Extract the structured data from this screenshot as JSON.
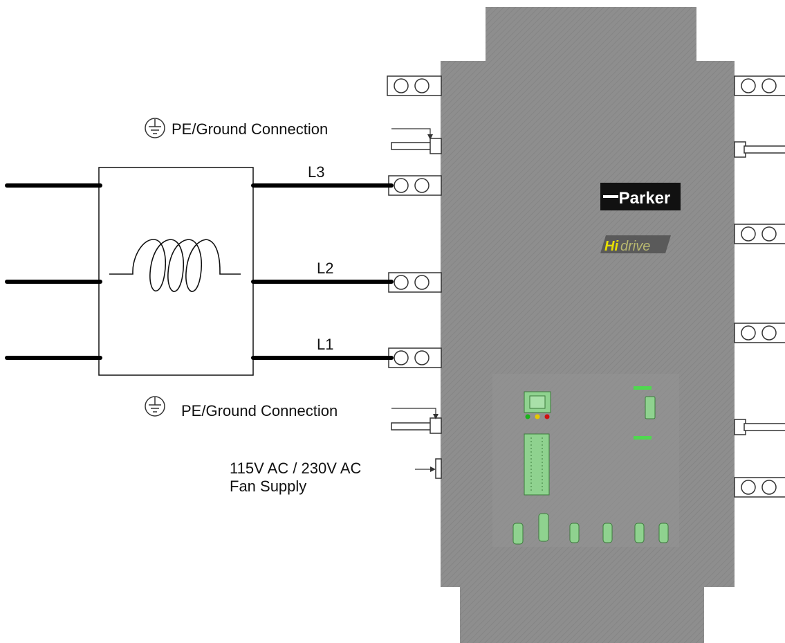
{
  "labels": {
    "pe_ground_top": "PE/Ground Connection",
    "pe_ground_bottom": "PE/Ground Connection",
    "fan_supply_line1": "115V AC / 230V AC",
    "fan_supply_line2": "Fan Supply",
    "phase_l3": "L3",
    "phase_l2": "L2",
    "phase_l1": "L1"
  },
  "brand": {
    "logo": "Parker",
    "product_hi": "Hi",
    "product_drive": "drive"
  },
  "icons": {
    "ground": "ground-icon",
    "inductor": "inductor-coil-icon"
  },
  "colors": {
    "drive_body": "#8c8c8c",
    "connector_green": "#7ec87e",
    "wire": "#000000",
    "led_green": "#1bb31b",
    "led_yellow": "#e6c800",
    "led_red": "#d01010"
  }
}
